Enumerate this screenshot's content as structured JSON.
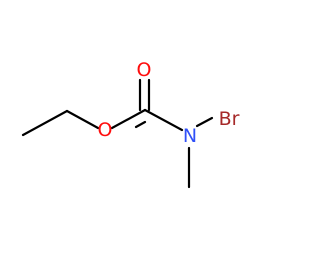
{
  "molecule": {
    "atoms": {
      "oxygen_carbonyl": {
        "label": "O"
      },
      "oxygen_ester": {
        "label": "O"
      },
      "nitrogen": {
        "label": "N"
      },
      "bromine": {
        "label": "Br"
      }
    }
  },
  "colors": {
    "bond": "#000000",
    "oxygen": "#ff0d0d",
    "nitrogen": "#3050f8",
    "bromine": "#a62929"
  }
}
